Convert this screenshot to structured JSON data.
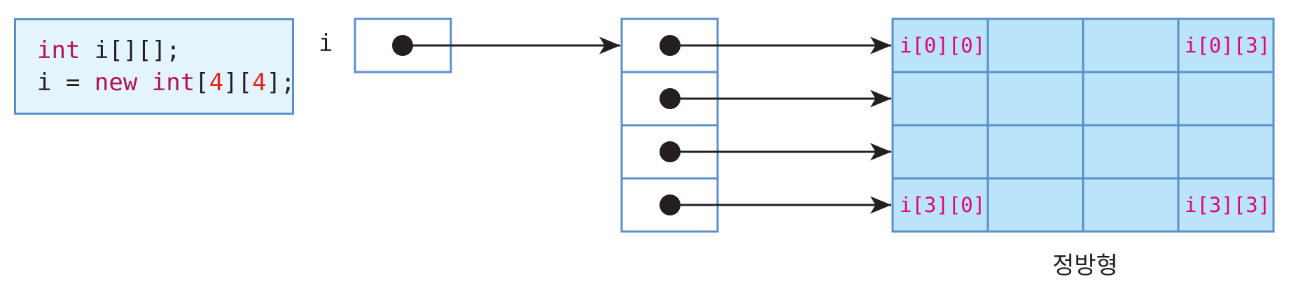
{
  "code": {
    "line1": {
      "type": "int",
      "rest": " i[][];"
    },
    "line2": {
      "start": "i = ",
      "new_kw": "new",
      "space": " ",
      "type": "int",
      "b1": "[",
      "n1": "4",
      "b2": "][",
      "n2": "4",
      "b3": "];"
    }
  },
  "variable_label": "i",
  "cells": {
    "top_left": "i[0][0]",
    "top_right": "i[0][3]",
    "bottom_left": "i[3][0]",
    "bottom_right": "i[3][3]"
  },
  "matrix_label": "정방형",
  "colors": {
    "box_border": "#5b8fcb",
    "code_bg": "#e4f4fc",
    "matrix_bg": "#b9e4f9",
    "keyword": "#b0125a",
    "number": "#e2231a",
    "cell_text": "#e4007f",
    "arrow": "#231f20"
  }
}
